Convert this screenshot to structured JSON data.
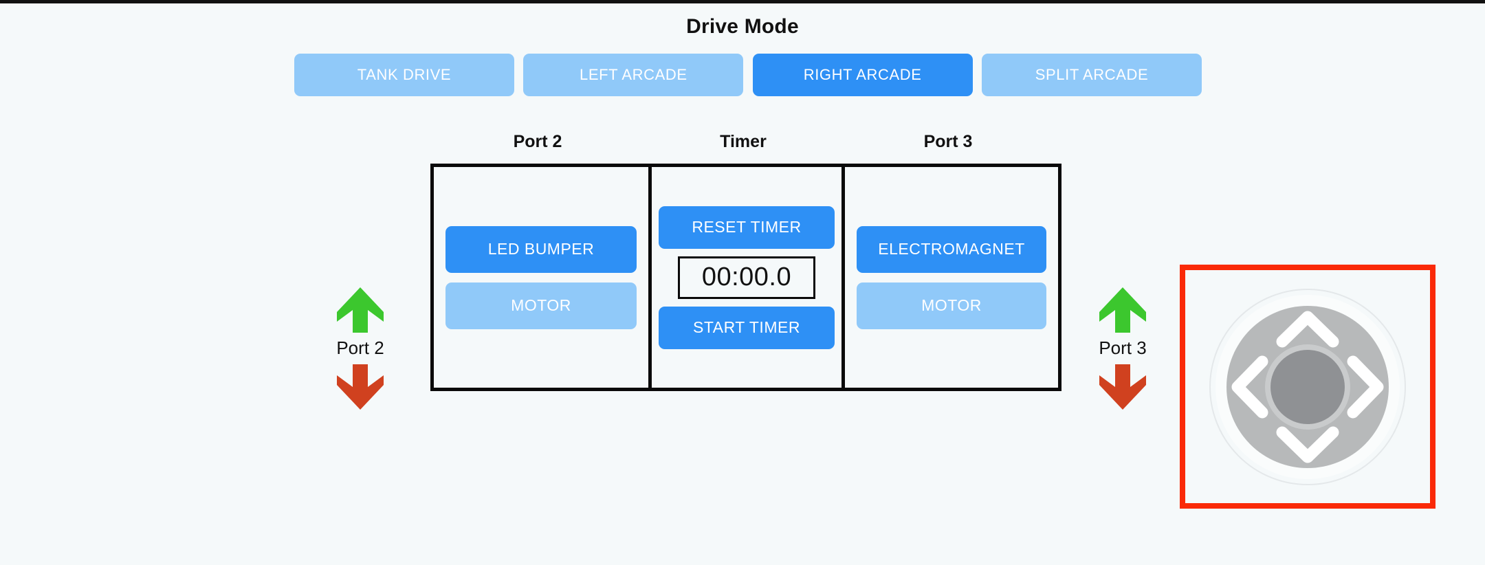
{
  "page": {
    "background_color": "#f5f9fa",
    "title": "Drive Mode"
  },
  "drive_mode": {
    "title": "Drive Mode",
    "active_color": "#2e90f5",
    "inactive_color": "#90c9f9",
    "options": [
      {
        "label": "TANK DRIVE",
        "active": false
      },
      {
        "label": "LEFT ARCADE",
        "active": false
      },
      {
        "label": "RIGHT ARCADE",
        "active": true
      },
      {
        "label": "SPLIT ARCADE",
        "active": false
      }
    ],
    "selected": "RIGHT ARCADE"
  },
  "panels": {
    "border_color": "#0a0a0a",
    "headers": {
      "left": "Port 2",
      "center": "Timer",
      "right": "Port 3"
    },
    "port2": {
      "header": "Port 2",
      "buttons": [
        {
          "label": "LED BUMPER",
          "style": "primary"
        },
        {
          "label": "MOTOR",
          "style": "secondary"
        }
      ]
    },
    "timer": {
      "header": "Timer",
      "reset_label": "RESET TIMER",
      "display_value": "00:00.0",
      "start_label": "START TIMER"
    },
    "port3": {
      "header": "Port 3",
      "buttons": [
        {
          "label": "ELECTROMAGNET",
          "style": "primary"
        },
        {
          "label": "MOTOR",
          "style": "secondary"
        }
      ]
    }
  },
  "port_controls": [
    {
      "label": "Port 2",
      "up_icon": "arrow-up-icon",
      "down_icon": "arrow-down-icon",
      "up_color": "#3cc72e",
      "down_color": "#d0411f"
    },
    {
      "label": "Port 3",
      "up_icon": "arrow-up-icon",
      "down_icon": "arrow-down-icon",
      "up_color": "#3cc72e",
      "down_color": "#d0411f"
    }
  ],
  "dpad": {
    "icon": "dpad-icon",
    "highlight_color": "#fa2a08",
    "pad_color": "#b7b9ba",
    "knob_color": "#8f9194",
    "arrow_color": "#ffffff",
    "directions": [
      "up",
      "right",
      "down",
      "left"
    ]
  }
}
